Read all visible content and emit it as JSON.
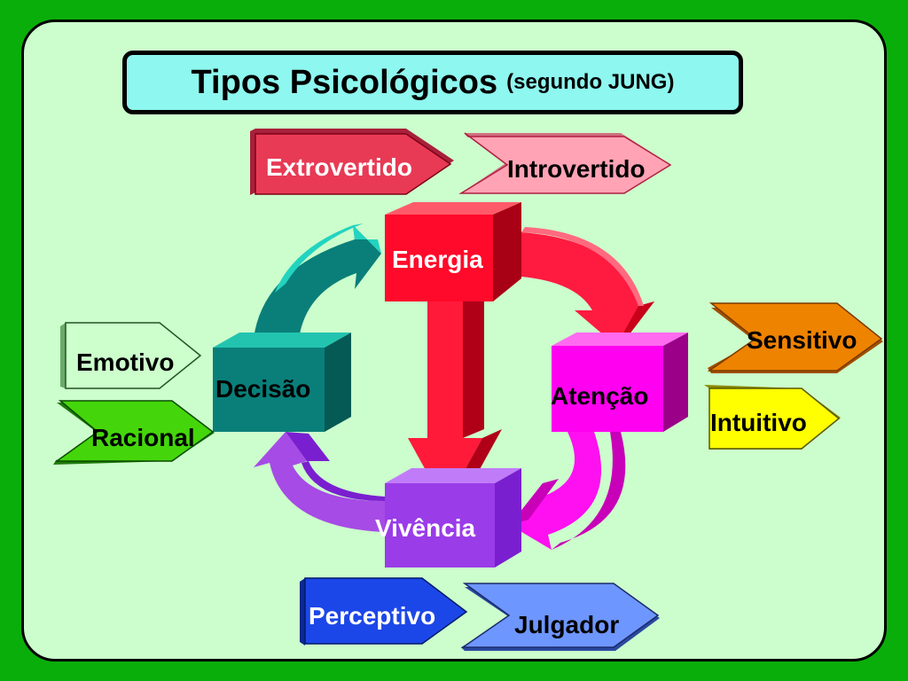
{
  "title": {
    "main": "Tipos Psicológicos",
    "sub": "(segundo JUNG)"
  },
  "center": {
    "energia": "Energia",
    "atencao": "Atenção",
    "vivencia": "Vivência",
    "decisao": "Decisão"
  },
  "tags": {
    "extrovertido": "Extrovertido",
    "introvertido": "Introvertido",
    "sensitivo": "Sensitivo",
    "intuitivo": "Intuitivo",
    "emotivo": "Emotivo",
    "racional": "Racional",
    "perceptivo": "Perceptivo",
    "julgador": "Julgador"
  },
  "colors": {
    "background": "#0aae0a",
    "panel": "#ccfdcc",
    "title_box": "#8ef7ef",
    "energia": "#ff0a2a",
    "atencao": "#ff00f0",
    "vivencia": "#9a3ce8",
    "decisao": "#0a7f7a",
    "extrovertido": "#e83a55",
    "introvertido": "#ffa3b5",
    "sensitivo": "#ee8300",
    "intuitivo": "#ffff00",
    "emotivo": "#ccffcc",
    "racional": "#44d60a",
    "perceptivo": "#1c47e8",
    "julgador": "#6e96ff"
  }
}
